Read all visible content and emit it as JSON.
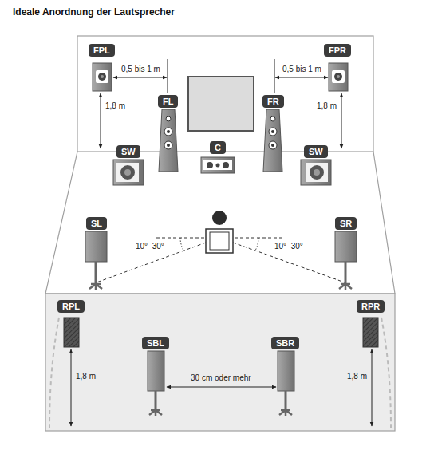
{
  "diagram": {
    "title": "Ideale Anordnung der Lautsprecher",
    "nodes": [
      {
        "text": [
          "FPL"
        ]
      },
      {
        "text": [
          "FPR"
        ]
      },
      {
        "text": [
          "FL"
        ]
      },
      {
        "text": [
          "FR"
        ]
      },
      {
        "text": [
          "C"
        ]
      },
      {
        "text": [
          "SW"
        ]
      },
      {
        "text": [
          "SW"
        ]
      },
      {
        "text": [
          "SL"
        ]
      },
      {
        "text": [
          "SR"
        ]
      },
      {
        "text": [
          "RPL"
        ]
      },
      {
        "text": [
          "RPR"
        ]
      },
      {
        "text": [
          "SBL"
        ]
      },
      {
        "text": [
          "SBR"
        ]
      }
    ],
    "labels": [
      "0,5 bis 1 m",
      "0,5 bis 1 m",
      "1,8 m",
      "1,8 m",
      "10°–30°",
      "10°–30°",
      "1,8 m",
      "30 cm oder mehr",
      "1,8 m"
    ]
  }
}
